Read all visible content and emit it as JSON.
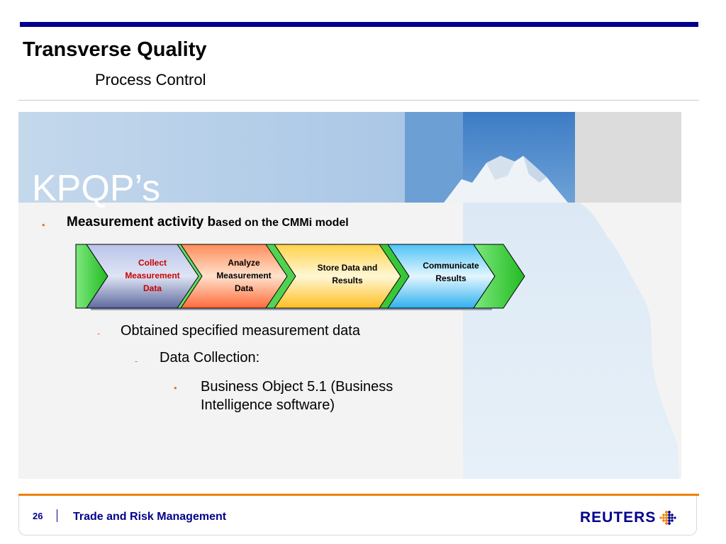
{
  "header": {
    "title": "Transverse Quality",
    "subtitle": "Process Control"
  },
  "banner": {
    "heading": "KPQP’s"
  },
  "content": {
    "bullet1": {
      "bold": "Measurement activity b",
      "rest": "ased on the CMMi model"
    },
    "process_steps": [
      {
        "label": "Collect Measurement Data",
        "color": "#cc0000"
      },
      {
        "label": "Analyze Measurement Data",
        "color": "#000000"
      },
      {
        "label": "Store Data and Results",
        "color": "#000000"
      },
      {
        "label": "Communicate Results",
        "color": "#000000"
      }
    ],
    "sub1": "Obtained specified measurement data",
    "sub2": "Data Collection:",
    "sub3": "Business Object 5.1 (Business Intelligence software)"
  },
  "footer": {
    "page_number": "26",
    "text": "Trade and Risk Management",
    "logo": "REUTERS"
  },
  "colors": {
    "title_bar": "#00008b",
    "accent_orange": "#f08000",
    "bullet": "#e87722",
    "footer_text": "#00008b"
  }
}
